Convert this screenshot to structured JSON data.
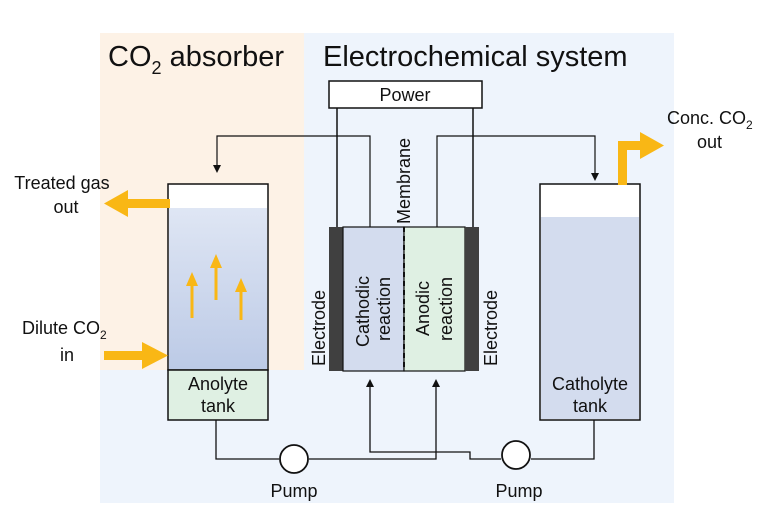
{
  "title_left": {
    "main": "CO",
    "sub": "2",
    "rest": " absorber"
  },
  "title_right": "Electrochemical system",
  "power_label": "Power",
  "membrane_label": "Membrane",
  "electrode_left": "Electrode",
  "electrode_right": "Electrode",
  "cathodic": {
    "line1": "Cathodic",
    "line2": "reaction"
  },
  "anodic": {
    "line1": "Anodic",
    "line2": "reaction"
  },
  "anolyte": {
    "line1": "Anolyte",
    "line2": "tank"
  },
  "catholyte": {
    "line1": "Catholyte",
    "line2": "tank"
  },
  "pump_left": "Pump",
  "pump_right": "Pump",
  "treated_gas": {
    "line1": "Treated gas",
    "line2": "out"
  },
  "dilute_co2": {
    "line1a": "Dilute CO",
    "line1sub": "2",
    "line2": "in"
  },
  "conc_co2": {
    "line1a": "Conc. CO",
    "line1sub": "2",
    "line2": "out"
  },
  "colors": {
    "absorber_bg": "#fdf2e6",
    "system_bg": "#eef4fc",
    "liquid": "#d3dcee",
    "anolyte_tank": "#dff0e3",
    "anodic_chamber": "#dff0e3",
    "cathodic_chamber": "#d3dcee",
    "electrode": "#404040",
    "arrow_orange": "#f9b715"
  }
}
